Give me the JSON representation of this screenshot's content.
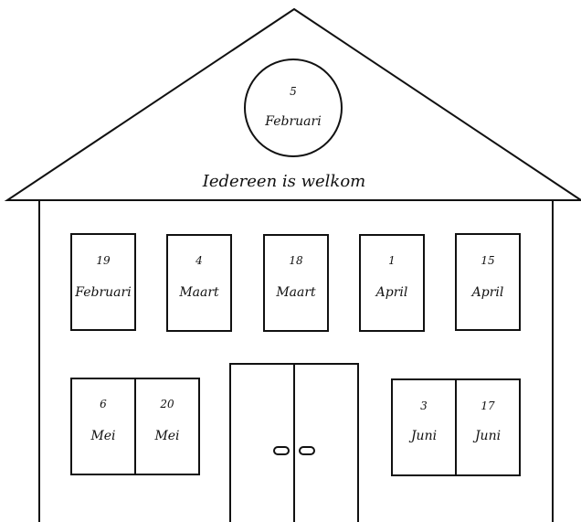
{
  "roof": {
    "circle_date": {
      "day": "5",
      "month": "Februari"
    },
    "motto": "Iedereen is welkom"
  },
  "upper_windows": [
    {
      "day": "19",
      "month": "Februari"
    },
    {
      "day": "4",
      "month": "Maart"
    },
    {
      "day": "18",
      "month": "Maart"
    },
    {
      "day": "1",
      "month": "April"
    },
    {
      "day": "15",
      "month": "April"
    }
  ],
  "lower_left_window": [
    {
      "day": "6",
      "month": "Mei"
    },
    {
      "day": "20",
      "month": "Mei"
    }
  ],
  "lower_right_window": [
    {
      "day": "3",
      "month": "Juni"
    },
    {
      "day": "17",
      "month": "Juni"
    }
  ]
}
